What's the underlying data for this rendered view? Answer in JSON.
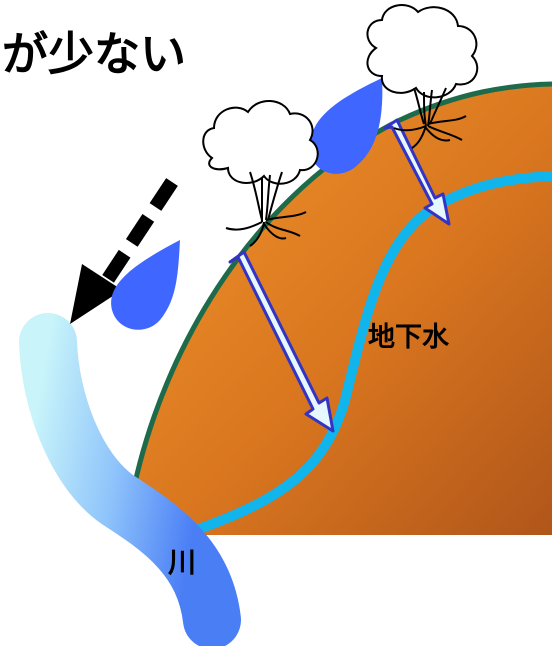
{
  "title": "が少ない",
  "labels": {
    "groundwater": "地下水",
    "river": "川"
  },
  "colors": {
    "soil_light": "#f0962c",
    "soil_dark": "#b0561a",
    "hill_outline": "#1d6b4a",
    "groundwater_flow": "#12b4ec",
    "river_light": "#c8f4fa",
    "river_dark": "#4a7ef5",
    "raindrop": "#3f67ff",
    "infiltration_arrow_fill": "#e6f7ff",
    "infiltration_arrow_stroke": "#3434c4",
    "runoff_arrow": "#000000"
  },
  "icons": [
    "tree-icon",
    "raindrop-icon",
    "infiltration-arrow",
    "runoff-arrow"
  ]
}
